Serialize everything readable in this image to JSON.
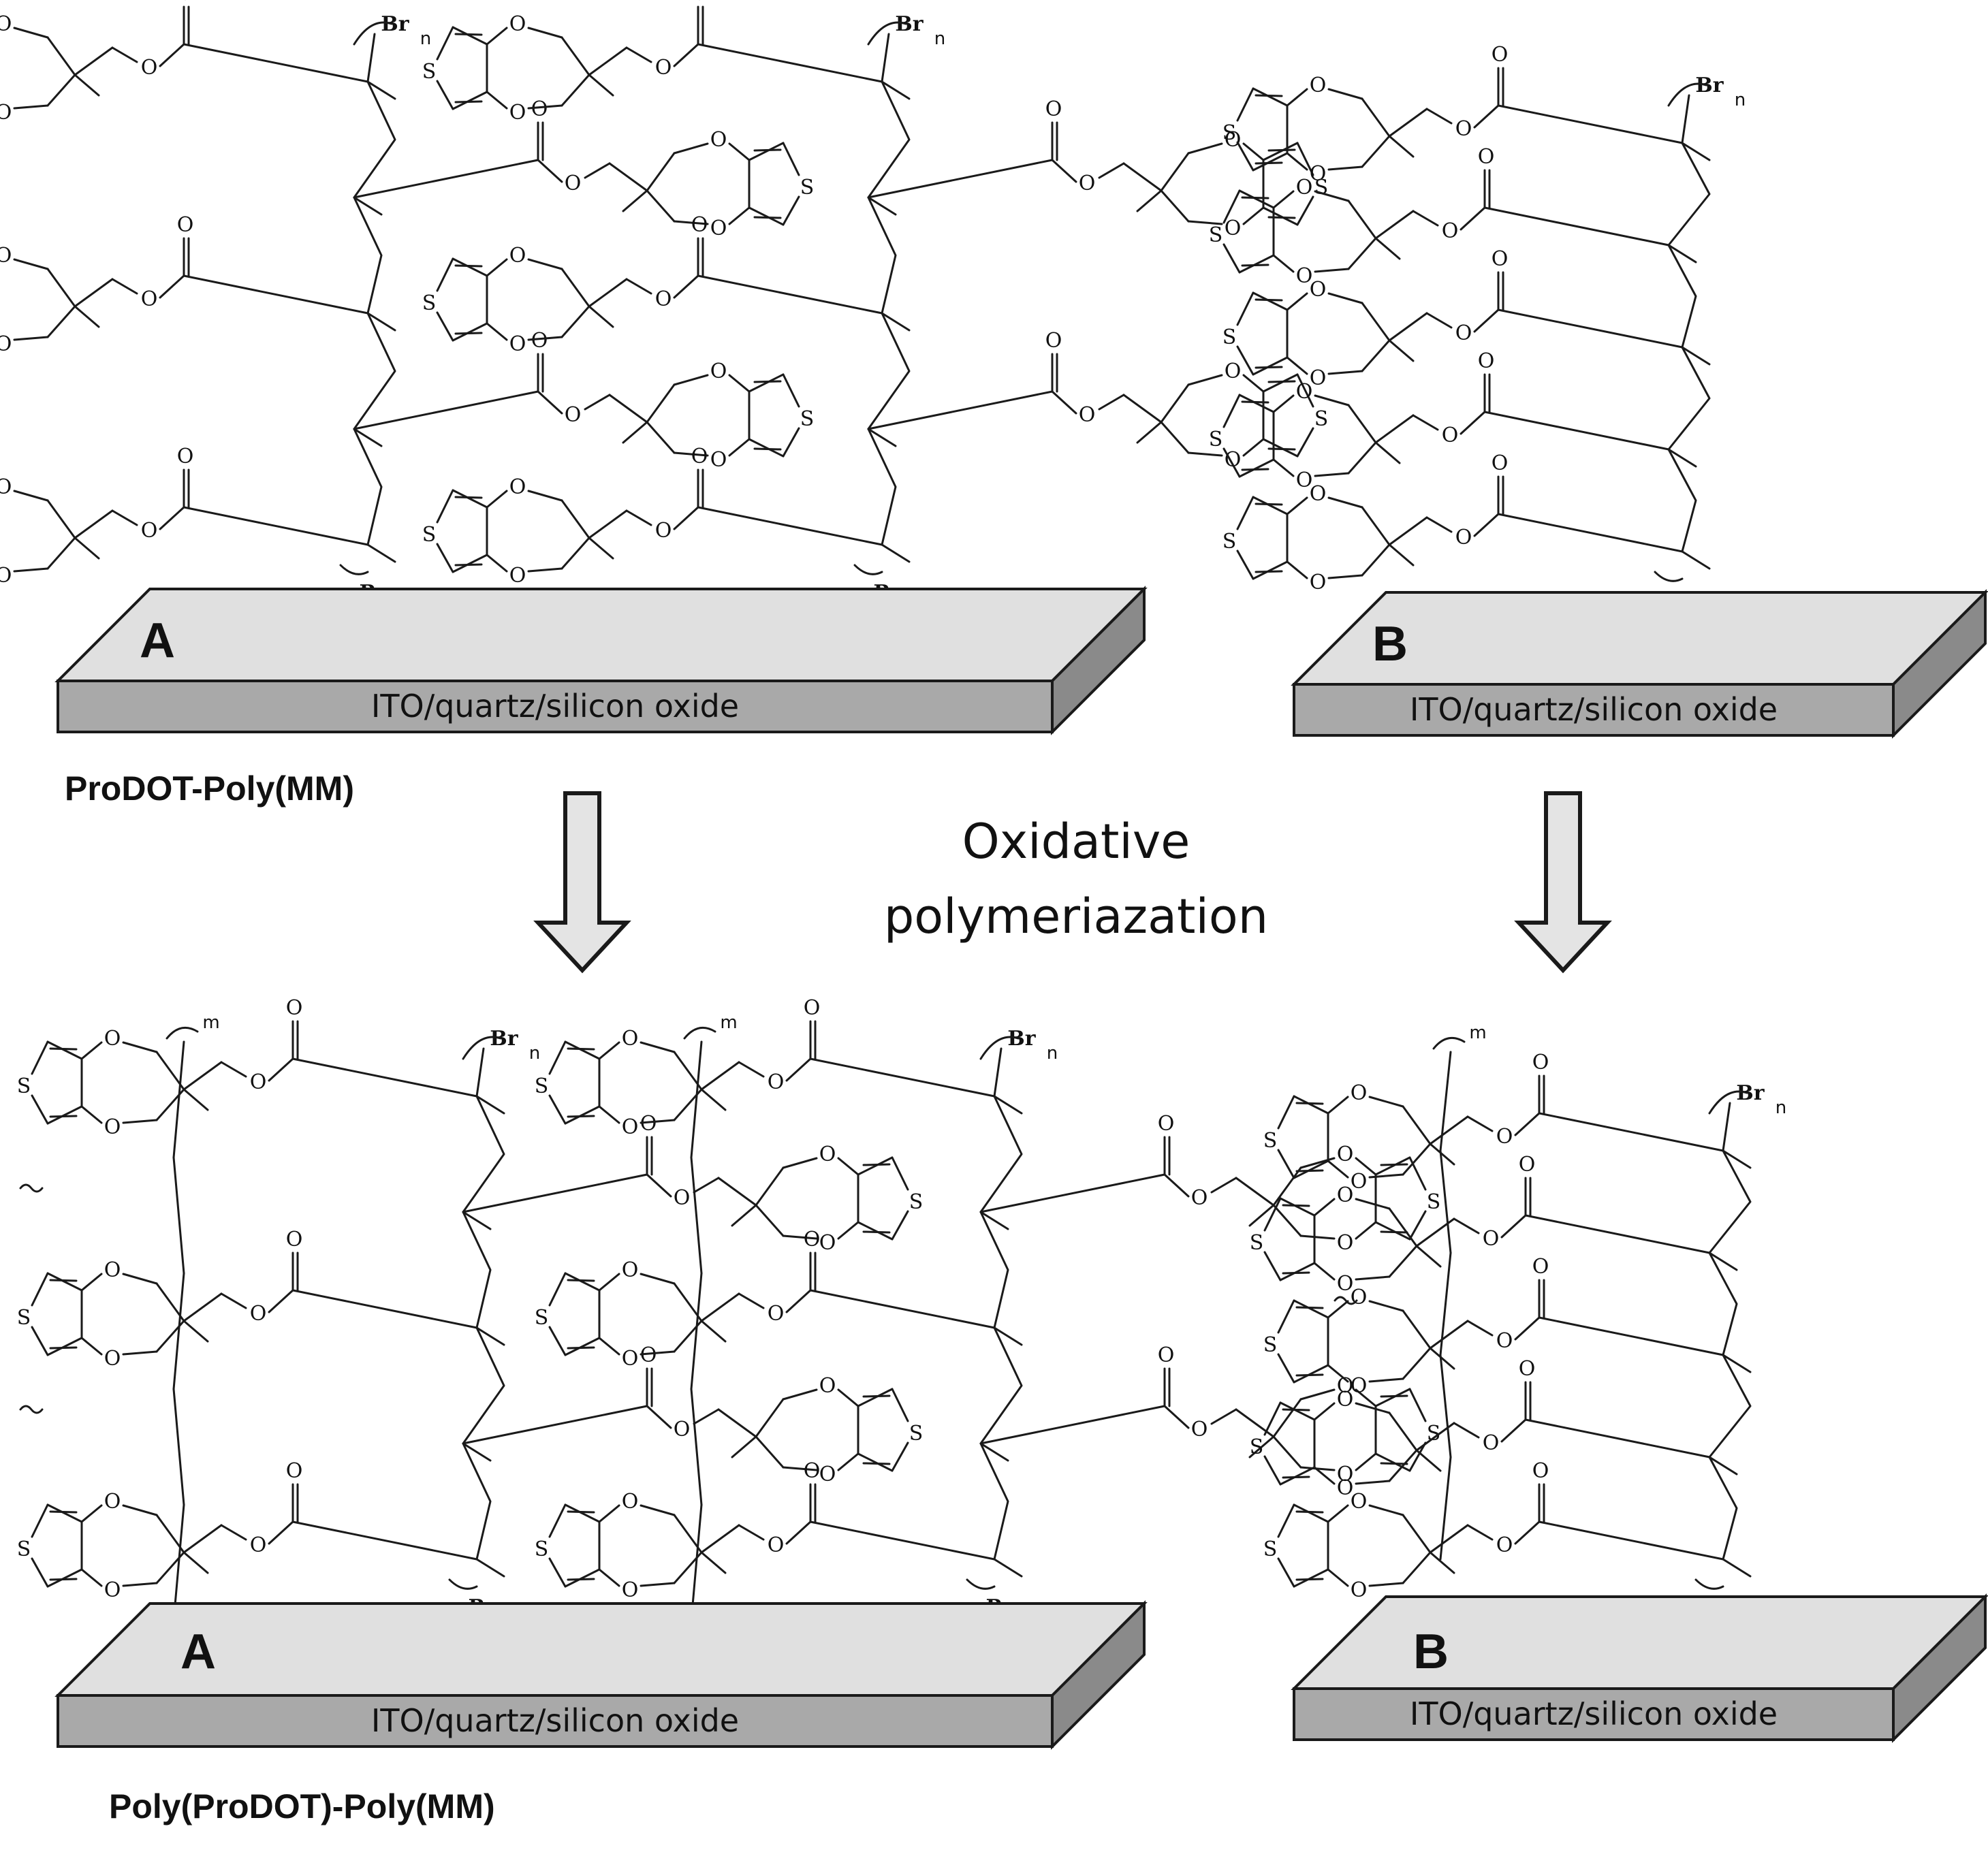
{
  "labels": {
    "panel_a": "A",
    "panel_b": "B",
    "substrate": "ITO/quartz/silicon oxide",
    "caption_top": "ProDOT-Poly(MM)",
    "caption_bottom": "Poly(ProDOT)-Poly(MM)",
    "process_line1": "Oxidative",
    "process_line2": "polymeriazation"
  },
  "atoms": {
    "O": "O",
    "S": "S",
    "Br": "Br",
    "R": "R",
    "n": "n",
    "m": "m"
  },
  "colors": {
    "substrate_top": "#e0e0e0",
    "substrate_front": "#a9a9a9",
    "substrate_side": "#8a8a8a",
    "arrow_fill": "#e4e4e4",
    "stroke": "#1a1a1a"
  }
}
